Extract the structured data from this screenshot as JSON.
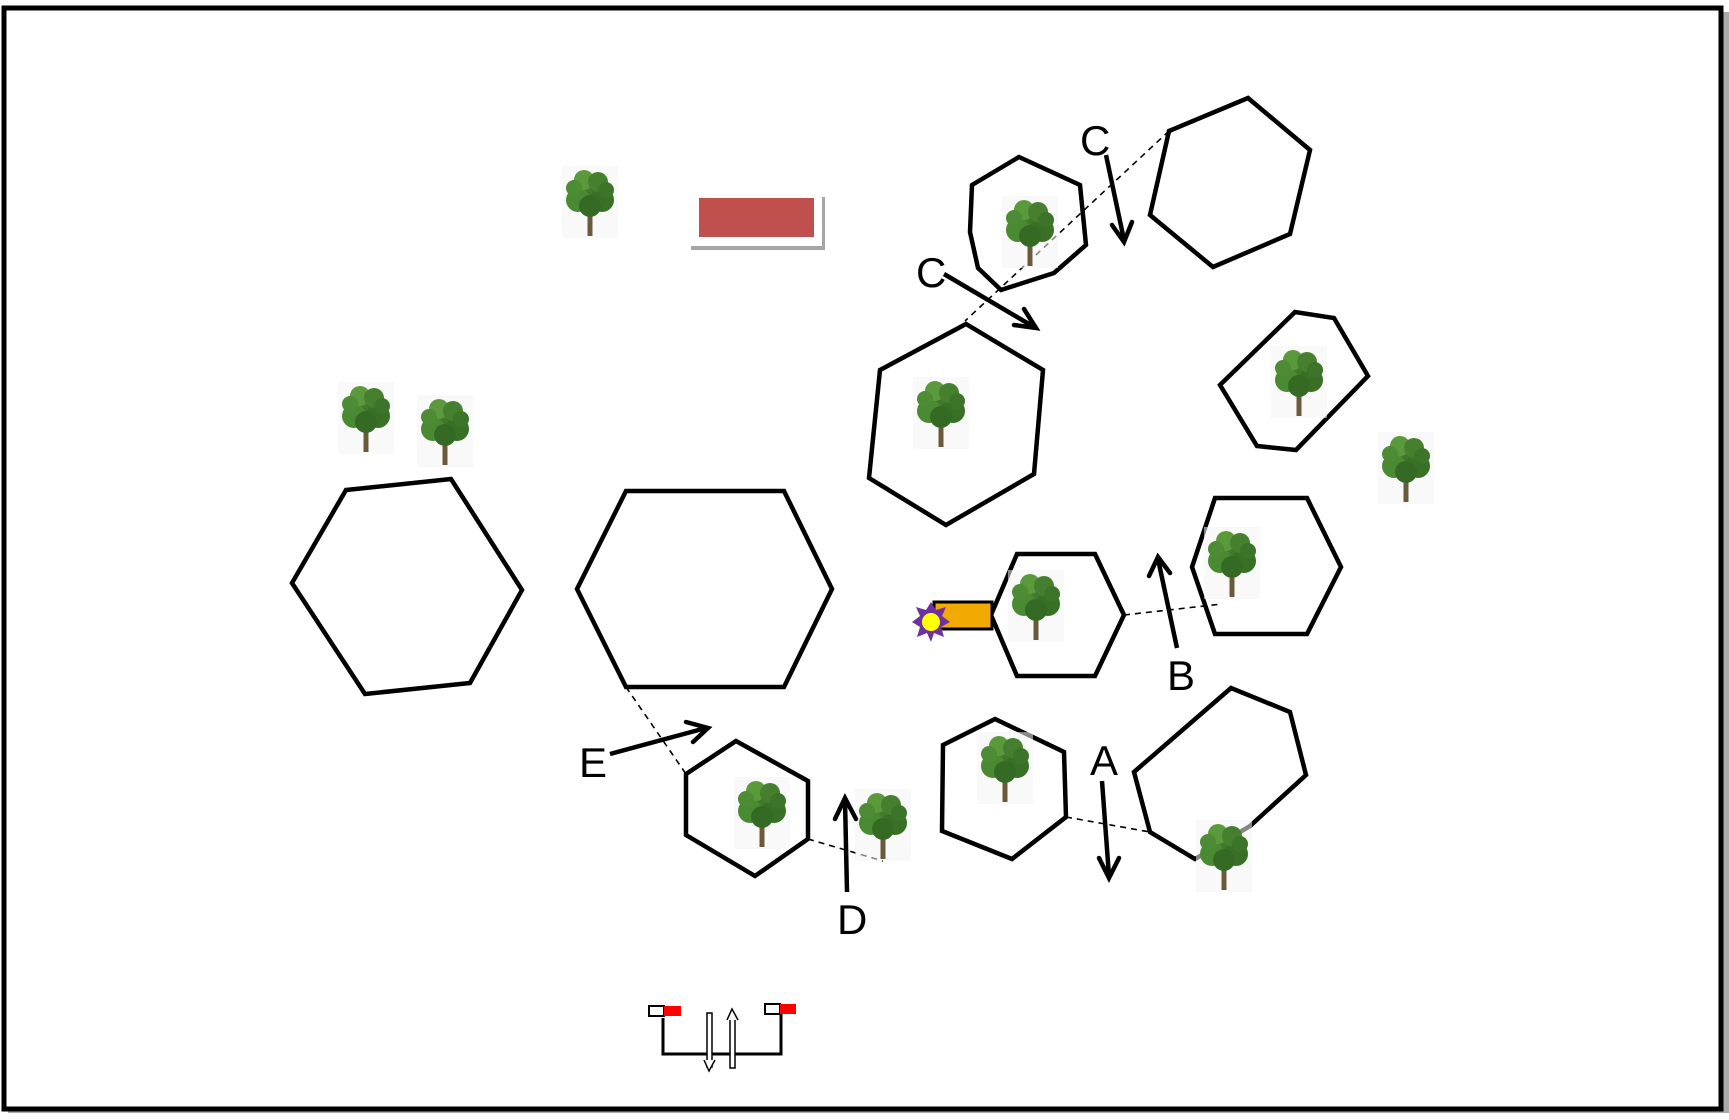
{
  "diagram": {
    "labels": {
      "c_upper": "C",
      "c_lower": "C",
      "b": "B",
      "a": "A",
      "d": "D",
      "e": "E"
    },
    "colors": {
      "background": "#ffffff",
      "frame": "#000000",
      "hex_stroke": "#000000",
      "banner_fill": "#c0504d",
      "banner_shadow": "#a6a6a6",
      "tube_fill": "#f2a900",
      "star_outer": "#7030a0",
      "star_inner": "#ffff00",
      "flag_red": "#ff0000",
      "tree_leaves": "#3f7a2a",
      "tree_trunk": "#6b5a3a"
    },
    "icons": {
      "tree": "tree-icon",
      "cannon": "cannon-icon",
      "goal": "goal-icon"
    }
  }
}
